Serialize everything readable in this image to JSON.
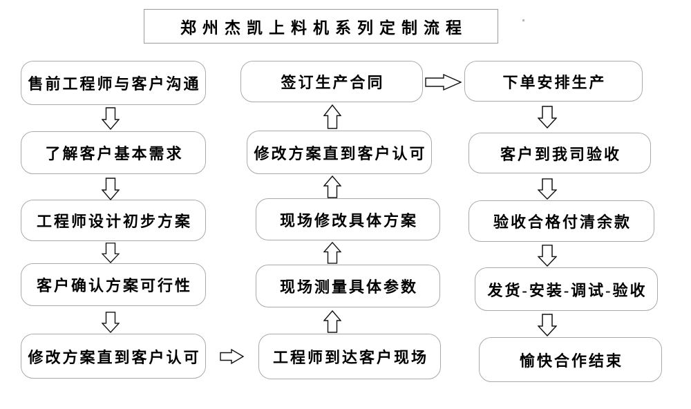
{
  "title": {
    "text": "郑州杰凯上料机系列定制流程"
  },
  "flow": {
    "left": [
      "售前工程师与客户沟通",
      "了解客户基本需求",
      "工程师设计初步方案",
      "客户确认方案可行性",
      "修改方案直到客户认可"
    ],
    "middle": [
      "签订生产合同",
      "修改方案直到客户认可",
      "现场修改具体方案",
      "现场测量具体参数",
      "工程师到达客户现场"
    ],
    "right": [
      "下单安排生产",
      "客户到我司验收",
      "验收合格付清余款",
      "发货-安装-调试-验收",
      "愉快合作结束"
    ]
  },
  "icons": {
    "down_arrow": "down-arrow-icon",
    "up_arrow": "up-arrow-icon",
    "right_arrow": "right-arrow-icon"
  },
  "colors": {
    "background": "#ffffff",
    "box_border": "#a9a9a9",
    "title_border": "#9a9a9a",
    "arrow_stroke": "#111111",
    "text": "#000000"
  }
}
